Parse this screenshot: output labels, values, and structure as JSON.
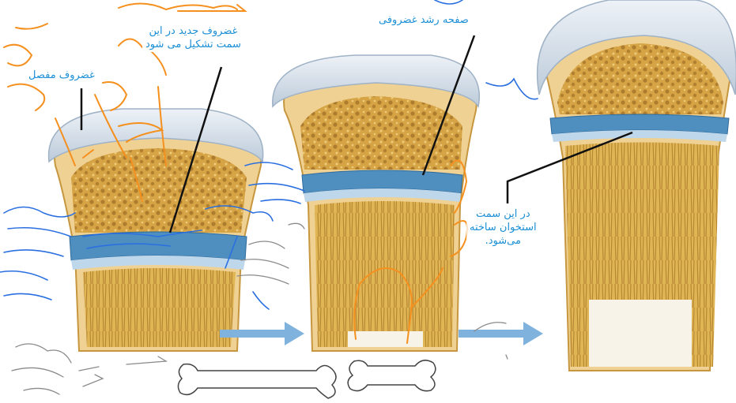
{
  "labels": {
    "new_cartilage_line1": "غضروف جدید در این",
    "new_cartilage_line2": "سمت تشکیل می شود",
    "articular_cartilage": "غضروف مفصل",
    "growth_plate": "صفحه رشد غضروفی",
    "bone_forms_line1": "در این سمت",
    "bone_forms_line2": "استخوان ساخته",
    "bone_forms_line3": "می‌شود."
  },
  "colors": {
    "label_text": "#1b8fd6",
    "cartilage": "#d4dde8",
    "growth_plate": "#4f8fc0",
    "spongy_bone": "#d8a94a",
    "compact_bone": "#f0d49a",
    "arrow": "#7fb3dd",
    "handwriting_orange": "#f5901e",
    "handwriting_blue": "#2a6fe0",
    "handwriting_gray": "#8a8a8a"
  },
  "icons": [
    "right-arrow-icon",
    "bone-outline-icon"
  ]
}
